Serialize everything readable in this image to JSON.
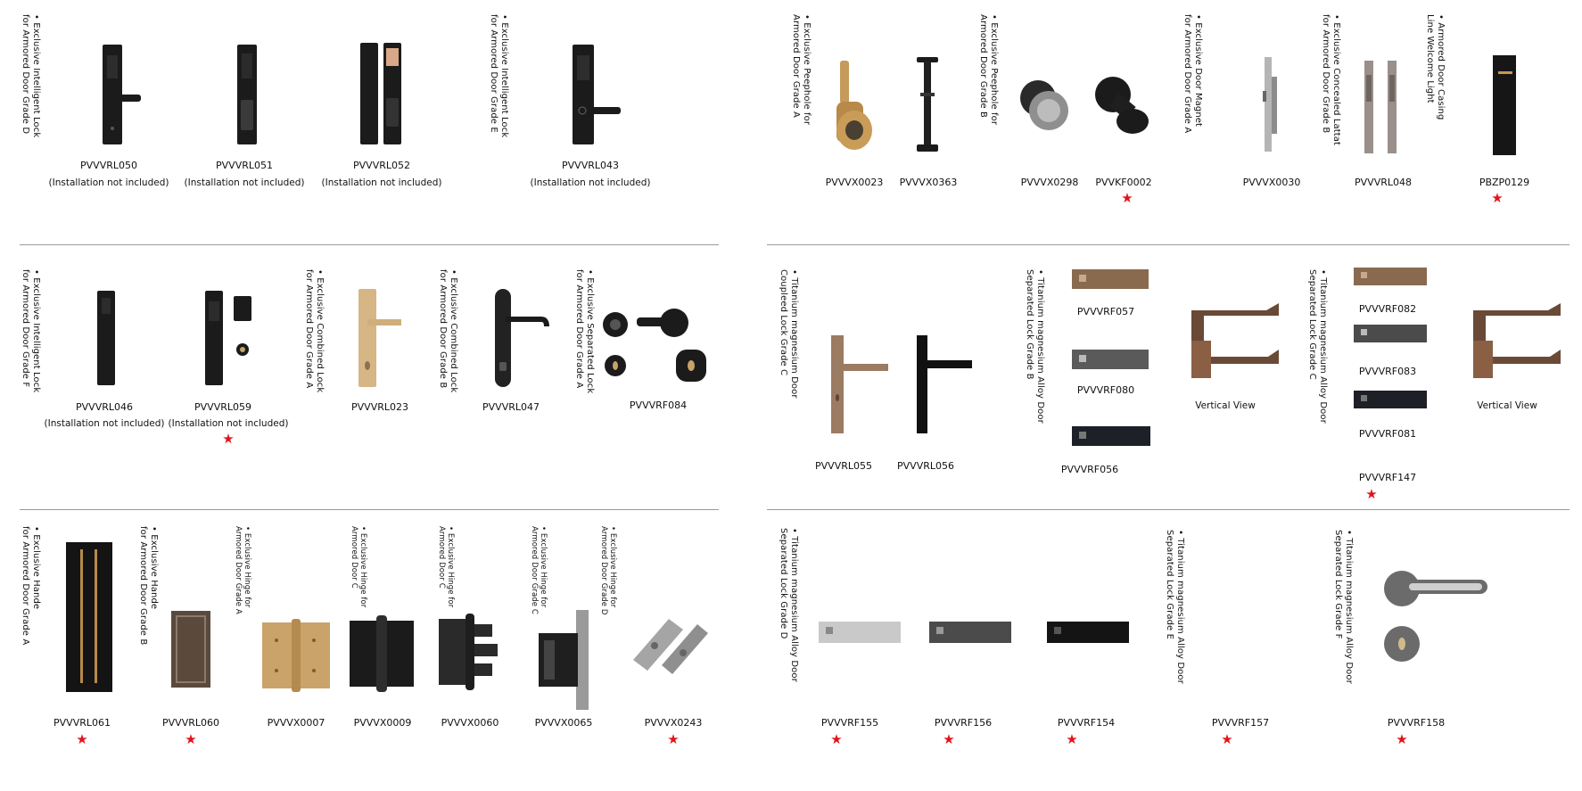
{
  "colors": {
    "star": "#e2141b",
    "black_finish": "#1b1b1b",
    "bronze_finish": "#8a6a4f",
    "gold_finish": "#c9a36a",
    "silver_finish": "#c9c9c9",
    "gunmetal_finish": "#4b4b4b"
  },
  "star_symbol": "★",
  "sections": {
    "intelligent_d": {
      "label": "• Exclusive Intelligent Lock\nfor Armored Door Grade D"
    },
    "intelligent_e": {
      "label": "• Exclusive Intelligent Lock\nfor Armored Door Grade E"
    },
    "peephole_a": {
      "label": "• Exclusive Peephole for\nArmored Door Grade A"
    },
    "peephole_b": {
      "label": "• Exclusive Peephole for\nArmored Door Grade B"
    },
    "magnet_a": {
      "label": "• Exclusive Door Magnet\nfor Armored Door Grade A"
    },
    "latch_b": {
      "label": "• Exclusive Concealed Lattat\nfor Armored Door Grade B"
    },
    "casing": {
      "label": "• Armored Door Casing\nLine Welcome Light"
    },
    "intelligent_f": {
      "label": "• Exclusive Intelligent Lock\nfor Armored Door Grade F"
    },
    "combined_a": {
      "label": "• Exclusive Combined Lock\nfor Armored Door Grade A"
    },
    "combined_b": {
      "label": "• Exclusive Combined Lock\nfor Armored Door Grade B"
    },
    "separated_a": {
      "label": "• Exclusive Separated Lock\nfor Armored Door Grade A"
    },
    "ti_coupled_c": {
      "label": "• Titanium magnesium Door\nCoupleed Lock Grade C"
    },
    "ti_sep_b": {
      "label": "• Titanium magnesium Alloy Door\nSeparated Lock Grade B"
    },
    "ti_sep_c": {
      "label": "• Titanium magnesium Alloy Door\nSeparated Lock Grade C"
    },
    "handle_a": {
      "label": "• Exclusive Hande\nfor Armored Door Grade A"
    },
    "handle_b": {
      "label": "• Exclusive Hande\nfor Armored Door Grade B"
    },
    "hinge_a": {
      "label": "• Exclusive Hinge for\nArmored Door Grade A"
    },
    "hinge_c1": {
      "label": "• Exclusive Hinge for\nArmored Door C"
    },
    "hinge_c2": {
      "label": "• Exclusive Hinge for\nArmored Door C"
    },
    "hinge_c3": {
      "label": "• Exclusive Hinge for\nArmored Door Grade C"
    },
    "hinge_d": {
      "label": "• Exclusive Hinge for\nArmored Door Grade D"
    },
    "ti_sep_d": {
      "label": "• Titanium magnesium Alloy Door\nSeparated Lock Grade D"
    },
    "ti_sep_e": {
      "label": "• Titanium magnesium Alloy Door\nSeparated Lock Grade E"
    },
    "ti_sep_f": {
      "label": "• Titanium magnesium Alloy Door\nSeparated Lock Grade F"
    }
  },
  "notes": {
    "installation": "(Installation not included)",
    "vertical_view": "Vertical View"
  },
  "products": {
    "rl050": "PVVVRL050",
    "rl051": "PVVVRL051",
    "rl052": "PVVVRL052",
    "rl043": "PVVVRL043",
    "x0023": "PVVVX0023",
    "x0363": "PVVVX0363",
    "x0298": "PVVVX0298",
    "kf0002": "PVVKF0002",
    "x0030": "PVVVX0030",
    "rl048": "PVVVRL048",
    "zp0129": "PBZP0129",
    "rl046": "PVVVRL046",
    "rl059": "PVVVRL059",
    "rl023": "PVVVRL023",
    "rl047": "PVVVRL047",
    "rf084": "PVVVRF084",
    "rl055": "PVVVRL055",
    "rl056": "PVVVRL056",
    "rf057": "PVVVRF057",
    "rf080": "PVVVRF080",
    "rf056": "PVVVRF056",
    "rf082": "PVVVRF082",
    "rf083": "PVVVRF083",
    "rf081": "PVVVRF081",
    "rf147": "PVVVRF147",
    "rl061": "PVVVRL061",
    "rl060": "PVVVRL060",
    "x0007": "PVVVX0007",
    "x0009": "PVVVX0009",
    "x0060": "PVVVX0060",
    "x0065": "PVVVX0065",
    "x0243": "PVVVX0243",
    "rf155": "PVVVRF155",
    "rf156": "PVVVRF156",
    "rf154": "PVVVRF154",
    "rf157": "PVVVRF157",
    "rf158": "PVVVRF158"
  }
}
